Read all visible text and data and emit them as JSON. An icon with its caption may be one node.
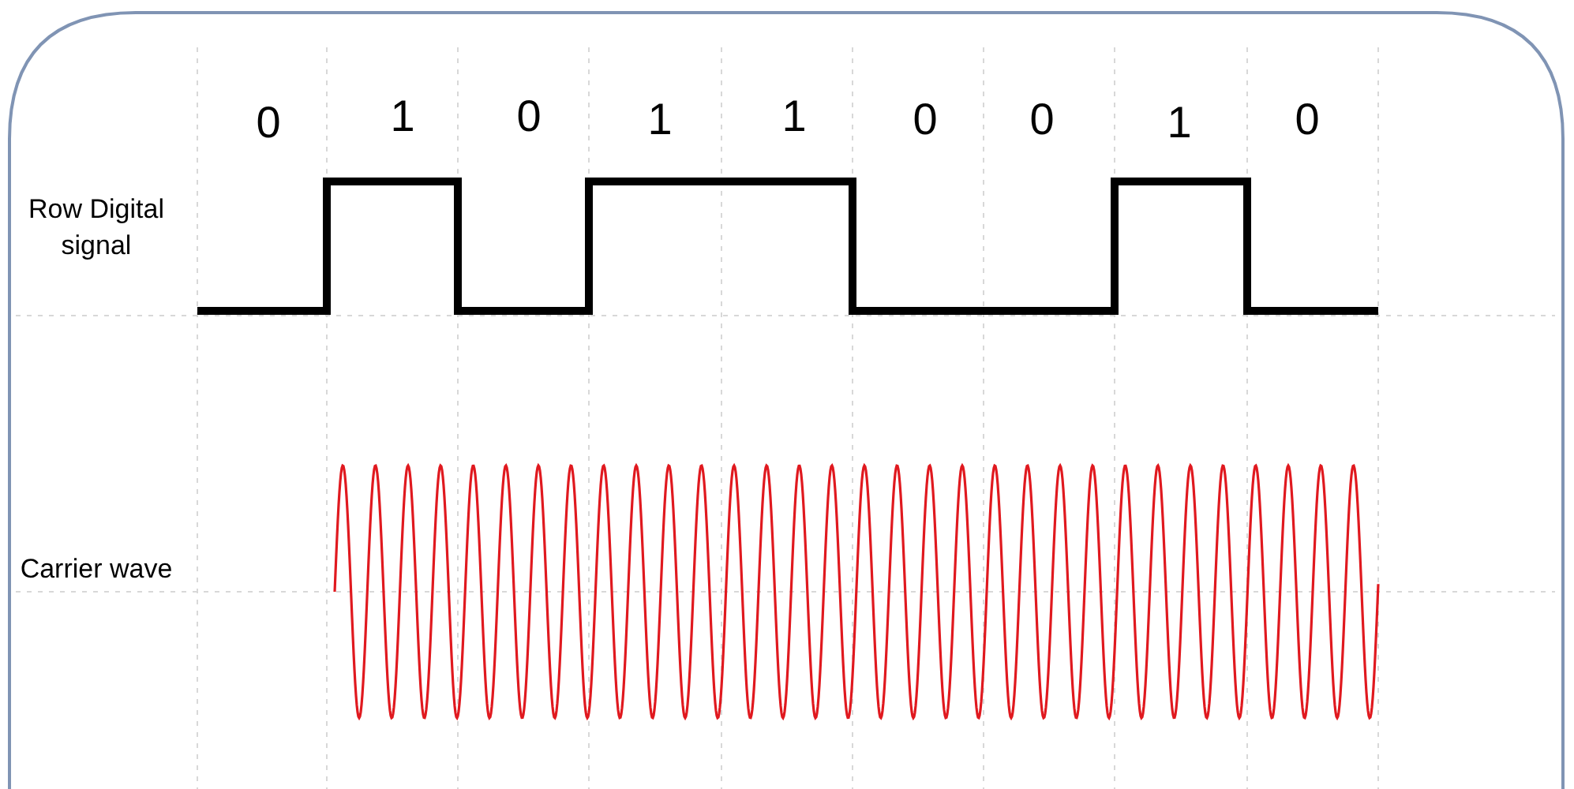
{
  "diagram": {
    "labels": [
      "0",
      "1",
      "0",
      "1",
      "1",
      "0",
      "0",
      "1",
      "0",
      "Row Digital signal",
      "Carrier wave"
    ]
  }
}
